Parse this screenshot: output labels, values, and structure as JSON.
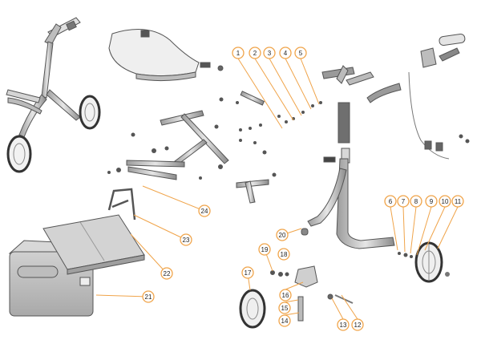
{
  "diagram": {
    "accent_color": "#f0a44a",
    "part_fill": "#c9c9c9",
    "part_stroke": "#5a5a5a",
    "callouts": [
      {
        "num": "1"
      },
      {
        "num": "2"
      },
      {
        "num": "3"
      },
      {
        "num": "4"
      },
      {
        "num": "5"
      },
      {
        "num": "6"
      },
      {
        "num": "7"
      },
      {
        "num": "8"
      },
      {
        "num": "9"
      },
      {
        "num": "10"
      },
      {
        "num": "11"
      },
      {
        "num": "12"
      },
      {
        "num": "13"
      },
      {
        "num": "14"
      },
      {
        "num": "15"
      },
      {
        "num": "16"
      },
      {
        "num": "17"
      },
      {
        "num": "18"
      },
      {
        "num": "19"
      },
      {
        "num": "20"
      },
      {
        "num": "21"
      },
      {
        "num": "22"
      },
      {
        "num": "23"
      },
      {
        "num": "24"
      }
    ]
  }
}
